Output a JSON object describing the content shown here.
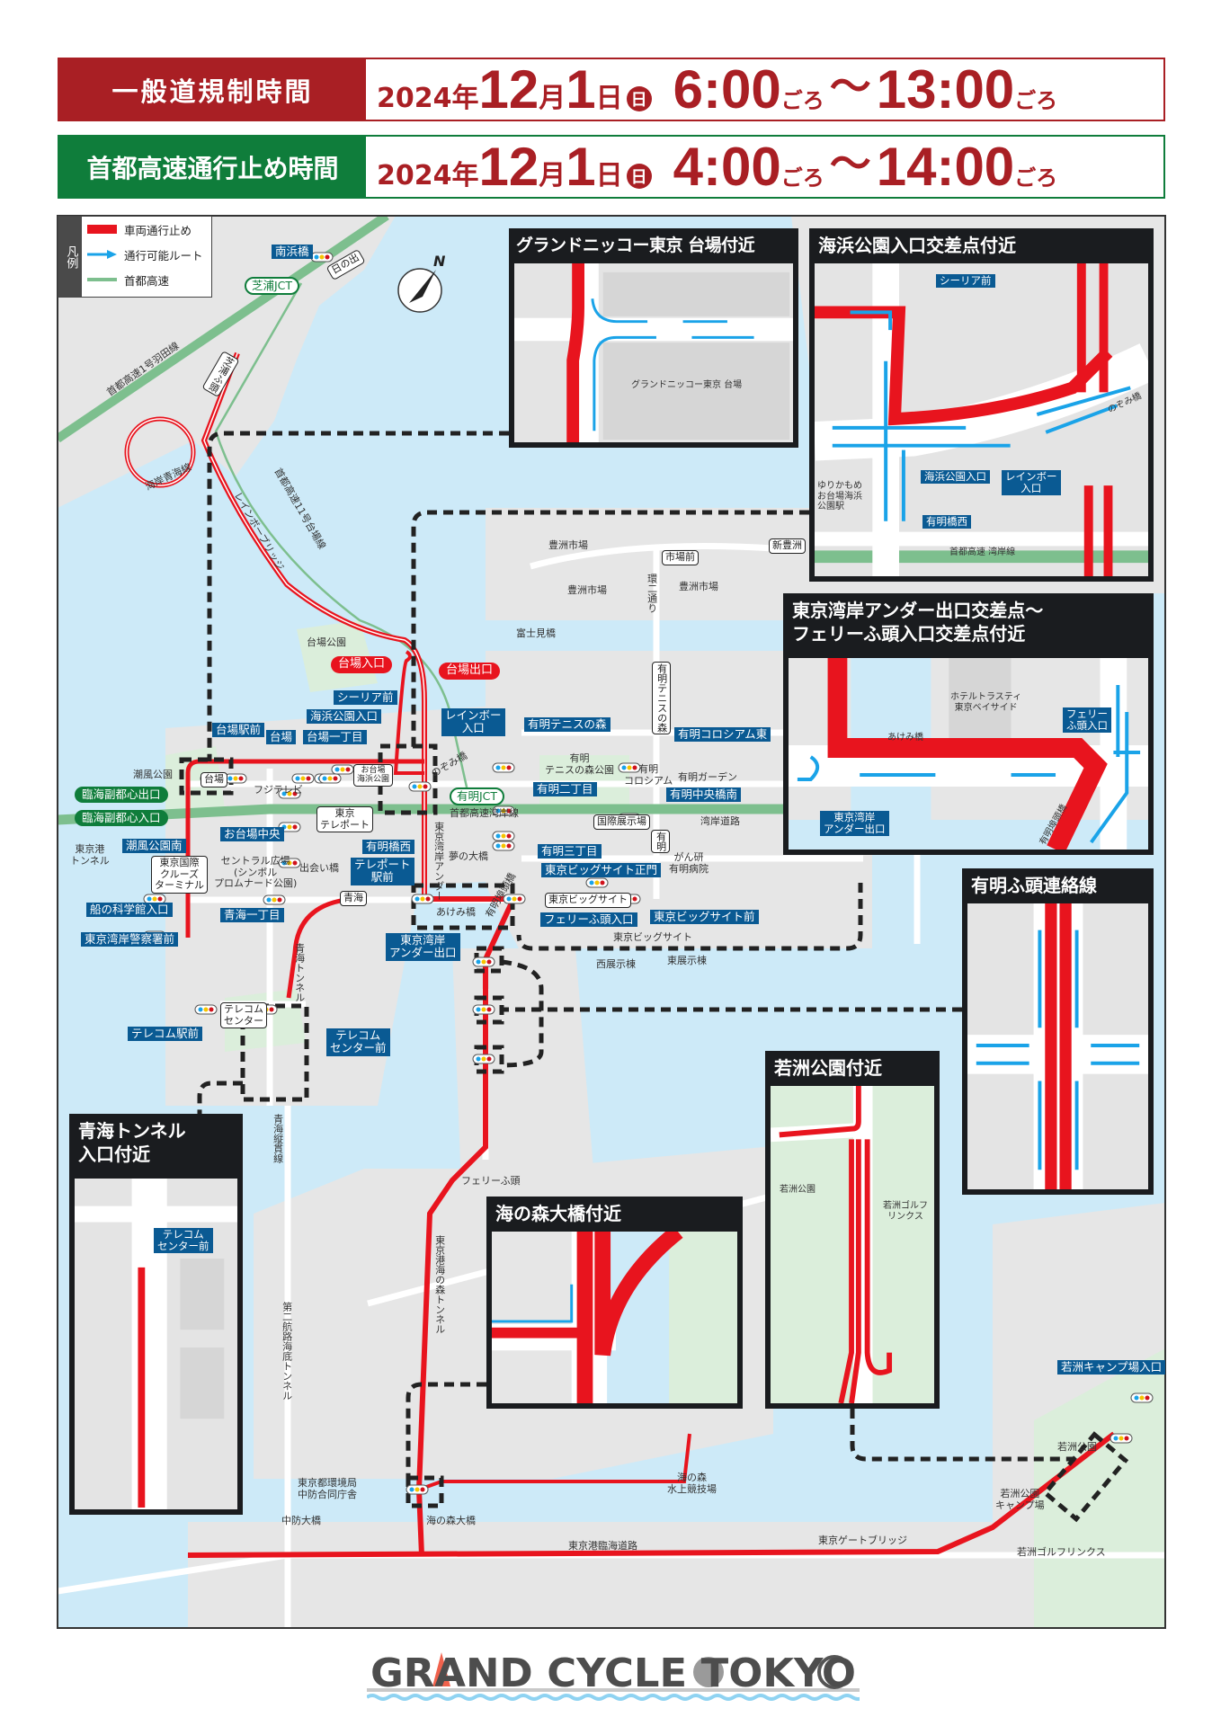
{
  "header": {
    "rows": [
      {
        "label": "一般道規制時間",
        "year": "2024",
        "year_unit": "年",
        "month": "12",
        "month_unit": "月",
        "day": "1",
        "day_unit": "日",
        "weekday": "日",
        "start": "6:00",
        "approx_start": "ごろ",
        "tilde": "〜",
        "end": "13:00",
        "approx_end": "ごろ",
        "color": "#a91f24"
      },
      {
        "label": "首都高速通行止め時間",
        "year": "2024",
        "year_unit": "年",
        "month": "12",
        "month_unit": "月",
        "day": "1",
        "day_unit": "日",
        "weekday": "日",
        "start": "4:00",
        "approx_start": "ごろ",
        "tilde": "〜",
        "end": "14:00",
        "approx_end": "ごろ",
        "color": "#0f7d3b"
      }
    ]
  },
  "legend": {
    "title": "凡例",
    "items": [
      {
        "label": "車両通行止め",
        "color": "#e8141e"
      },
      {
        "label": "通行可能ルート",
        "color": "#1aa3e8"
      },
      {
        "label": "首都高速",
        "color": "#7dbf8e"
      }
    ]
  },
  "map": {
    "compass": "N",
    "stops": [
      "南浜橋",
      "シーリア前",
      "海浜公園入口",
      "台場駅前",
      "台場",
      "台場一丁目",
      "レインボー\n入口",
      "お台場中央",
      "有明橋西",
      "テレポート\n駅前",
      "潮風公園南",
      "船の科学館入口",
      "東京湾岸警察署前",
      "青海一丁目",
      "東京湾岸\nアンダー出口",
      "有明テニスの森",
      "有明コロシアム東",
      "有明二丁目",
      "有明中央橋南",
      "有明三丁目",
      "東京ビッグサイト正門",
      "フェリーふ頭入口",
      "東京ビッグサイト前",
      "テレコム駅前",
      "テレコム\nセンター前",
      "若洲キャンプ場入口"
    ],
    "road_signs": [
      "日の出",
      "台場",
      "お台場\n海浜公園",
      "東京\nテレポート",
      "東京国際\nクルーズ\nターミナル",
      "青海",
      "市場前",
      "新豊洲",
      "有明テニスの森",
      "国際展示場",
      "有明",
      "東京ビッグサイト",
      "テレコム\nセンター",
      "芝浦ふ頭"
    ],
    "green_labels": [
      "芝浦JCT",
      "有明JCT",
      "臨海副都心出口",
      "臨海副都心入口"
    ],
    "red_labels": [
      "台場入口",
      "台場出口"
    ],
    "places": [
      "台場公園",
      "潮風公園",
      "フジテレビ",
      "セントラル広場\n(シンボル\nプロムナード公園)",
      "出会い橋",
      "夢の大橋",
      "東京港\nトンネル",
      "のぞみ橋",
      "首都高速湾岸線",
      "湾岸道路",
      "豊洲市場",
      "豊洲市場",
      "豊洲市場",
      "富士見橋",
      "有明\nテニスの森公園",
      "有明\nコロシアム",
      "有明ガーデン",
      "がん研\n有明病院",
      "東京ビッグサイト",
      "西展示棟",
      "東展示棟",
      "あけみ橋",
      "フェリーふ頭",
      "東京都環境局\n中防合同庁舎",
      "中防大橋",
      "海の森大橋",
      "海の森\n水上競技場",
      "東京港臨海道路",
      "東京ゲートブリッジ",
      "若洲公園",
      "若洲公園\nキャンプ場",
      "若洲ゴルフリンクス",
      "海岸青海線",
      "環二通り",
      "東京湾岸アンダー",
      "青海トンネル",
      "青海縦貫線",
      "第二航路海底トンネル",
      "東京港海の森トンネル",
      "首都高速1号羽田線",
      "首都高速11号台場線",
      "レインボーブリッジ",
      "有明埠頭橋"
    ]
  },
  "insets": {
    "nikko": {
      "title": "グランドニッコー東京 台場付近",
      "building": "グランドニッコー東京 台場"
    },
    "kaihin": {
      "title": "海浜公園入口交差点付近",
      "stops": [
        "シーリア前",
        "海浜公園入口",
        "レインボー\n入口",
        "有明橋西"
      ],
      "places": [
        "ゆりかもめ\nお台場海浜\n公園駅",
        "のぞみ橋",
        "首都高速 湾岸線"
      ]
    },
    "wangan": {
      "title": "東京湾岸アンダー出口交差点〜\nフェリーふ頭入口交差点付近",
      "stops": [
        "フェリー\nふ頭入口",
        "東京湾岸\nアンダー出口"
      ],
      "places": [
        "ホテルトラスティ\n東京ベイサイド",
        "あけみ橋",
        "有明埠頭橋"
      ]
    },
    "ariake": {
      "title": "有明ふ頭連絡線"
    },
    "wakasu": {
      "title": "若洲公園付近",
      "places": [
        "若洲公園",
        "若洲ゴルフ\nリンクス"
      ]
    },
    "uminomori": {
      "title": "海の森大橋付近"
    },
    "aomi": {
      "title": "青海トンネル\n入口付近",
      "stops": [
        "テレコム\nセンター前"
      ]
    }
  },
  "logo_text": "GRAND CYCLE TOKYO"
}
